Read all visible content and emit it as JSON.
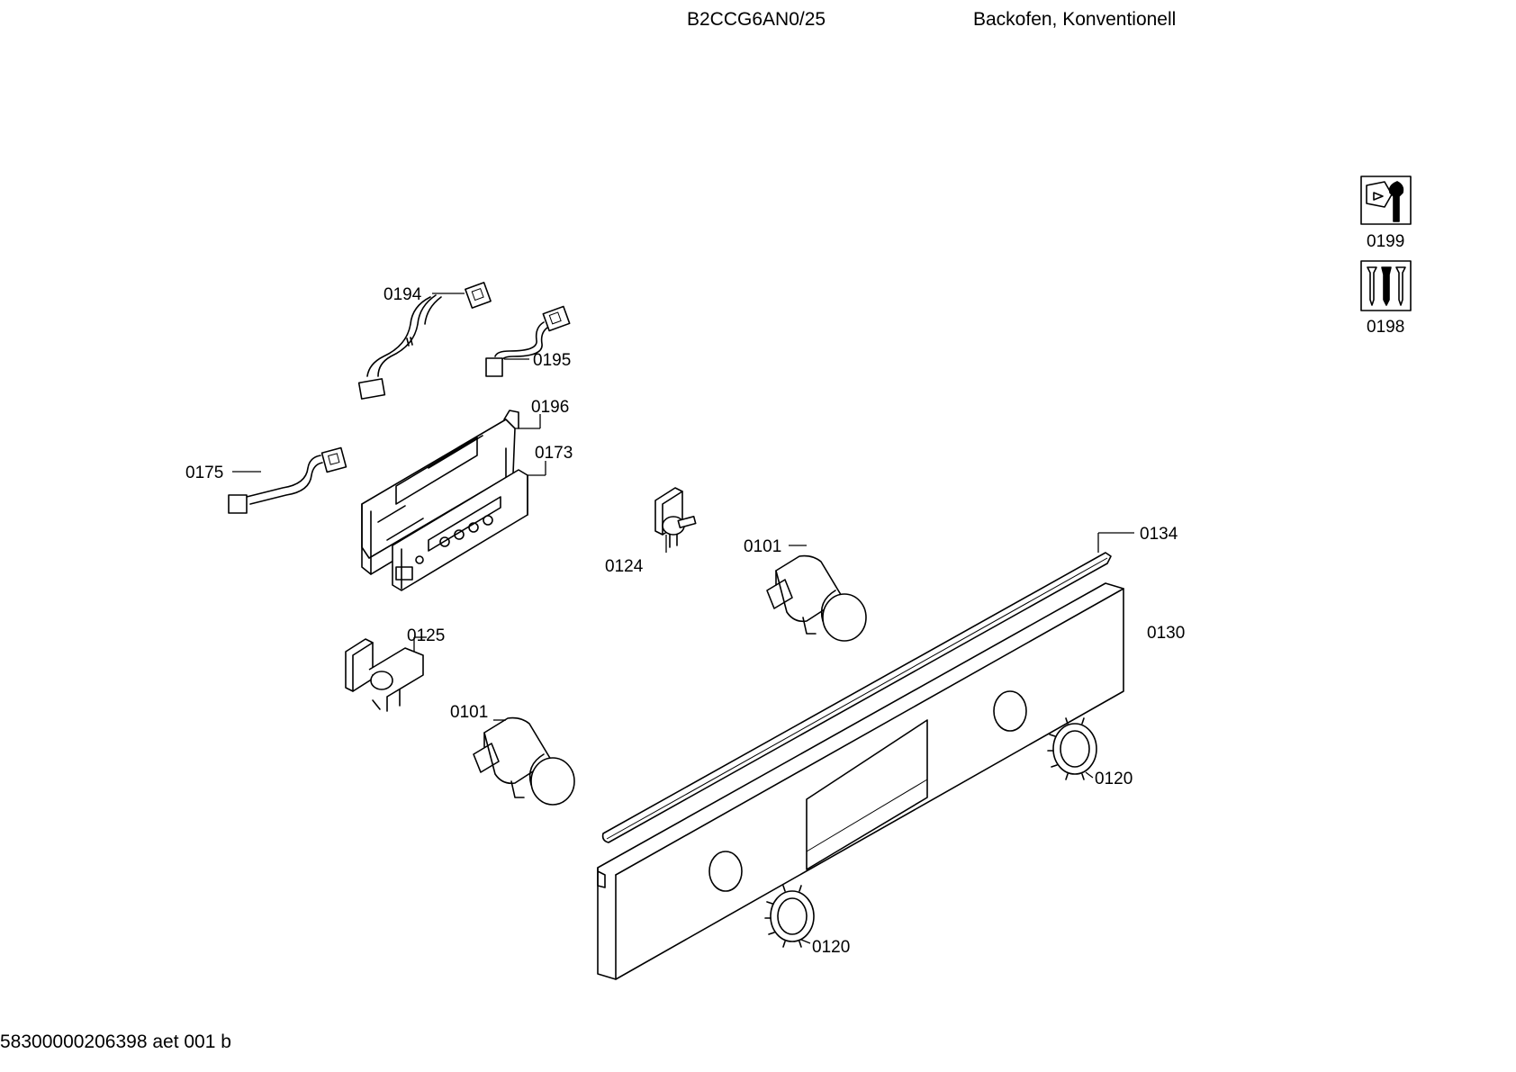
{
  "header": {
    "model": "B2CCG6AN0/25",
    "description": "Backofen, Konventionell"
  },
  "footer": {
    "document_code": "58300000206398 aet 001 b"
  },
  "icons": [
    {
      "name": "service-tool-icon",
      "label": "0199"
    },
    {
      "name": "screws-icon",
      "label": "0198"
    }
  ],
  "callouts": [
    {
      "id": "0194",
      "label": "0194"
    },
    {
      "id": "0195",
      "label": "0195"
    },
    {
      "id": "0175",
      "label": "0175"
    },
    {
      "id": "0196",
      "label": "0196"
    },
    {
      "id": "0173",
      "label": "0173"
    },
    {
      "id": "0124",
      "label": "0124"
    },
    {
      "id": "0101a",
      "label": "0101"
    },
    {
      "id": "0134",
      "label": "0134"
    },
    {
      "id": "0130",
      "label": "0130"
    },
    {
      "id": "0125",
      "label": "0125"
    },
    {
      "id": "0101b",
      "label": "0101"
    },
    {
      "id": "0120a",
      "label": "0120"
    },
    {
      "id": "0120b",
      "label": "0120"
    }
  ]
}
